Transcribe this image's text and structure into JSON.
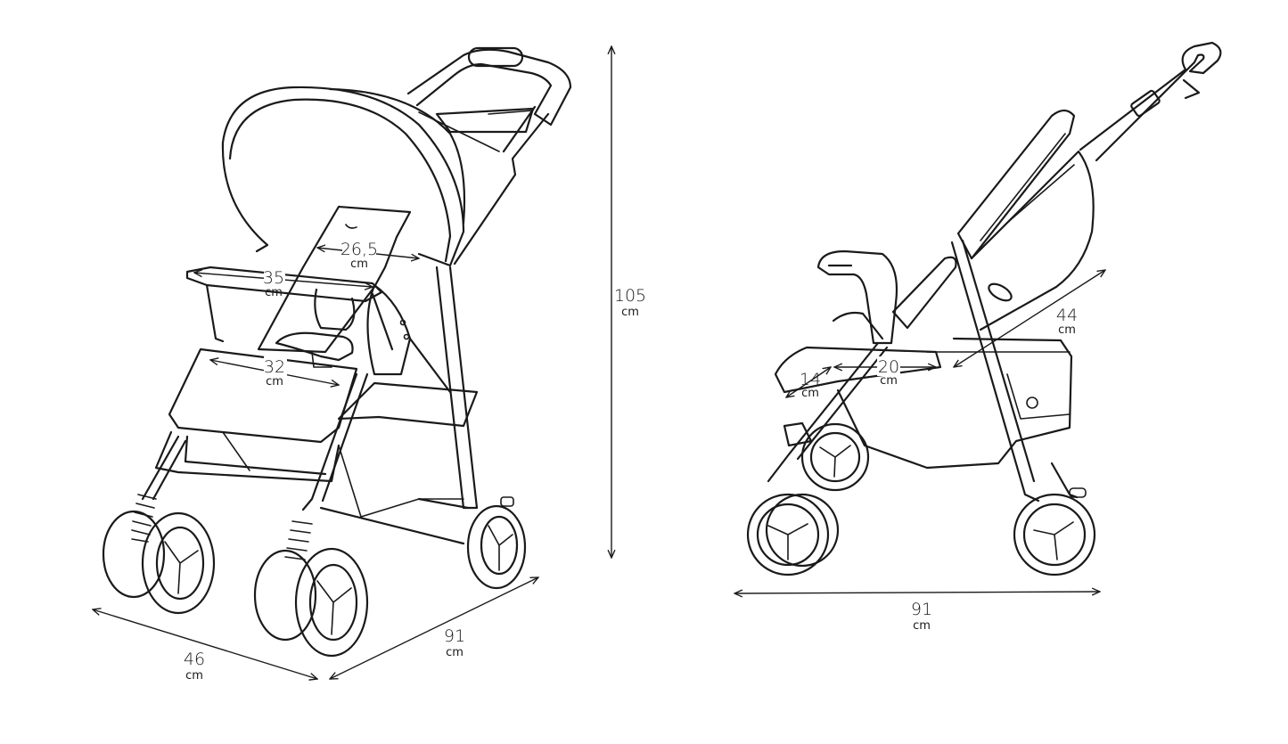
{
  "dimensions": {
    "height": {
      "value": "105",
      "unit": "cm"
    },
    "width_base": {
      "value": "46",
      "unit": "cm"
    },
    "length_base_front": {
      "value": "91",
      "unit": "cm"
    },
    "armrest_width": {
      "value": "35",
      "unit": "cm"
    },
    "backrest_width": {
      "value": "26,5",
      "unit": "cm"
    },
    "seat_width": {
      "value": "32",
      "unit": "cm"
    },
    "side_length": {
      "value": "91",
      "unit": "cm"
    },
    "backrest_length": {
      "value": "44",
      "unit": "cm"
    },
    "seat_depth": {
      "value": "20",
      "unit": "cm"
    },
    "footrest_length": {
      "value": "14",
      "unit": "cm"
    }
  }
}
